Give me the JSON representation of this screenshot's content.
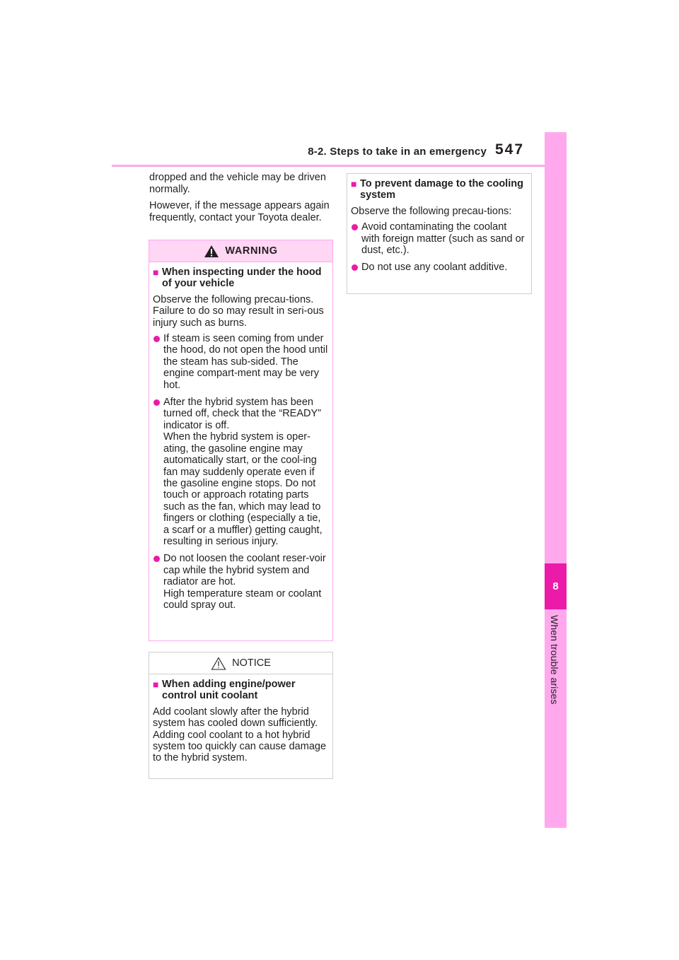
{
  "header": {
    "section_title": "8-2. Steps to take in an emergency",
    "page_number": "547"
  },
  "side_tab": {
    "chapter_number": "8",
    "chapter_label": "When trouble arises"
  },
  "intro": {
    "para1": "dropped and the vehicle may be driven normally.",
    "para2": "However, if the message appears again frequently, contact your Toyota dealer."
  },
  "warning": {
    "label": "WARNING",
    "heading": "When inspecting under the hood of your vehicle",
    "lead_line1": "Observe the following precau-tions.",
    "lead_line2": "Failure to do so may result in seri-ous injury such as burns.",
    "bullets": [
      "If steam is seen coming from under the hood, do not open the hood until the steam has sub-sided. The engine compart-ment may be very hot.",
      "After the hybrid system has been turned off, check that the “READY” indicator is off.",
      "Do not loosen the coolant reser-voir cap while the hybrid system and radiator are hot."
    ],
    "bullet2_cont": "When the hybrid system is oper-ating, the gasoline engine may automatically start, or the cool-ing fan may suddenly operate even if the gasoline engine stops. Do not touch or approach rotating parts such as the fan, which may lead to fingers or clothing (especially a tie, a scarf or a muffler) getting caught, resulting in serious injury.",
    "bullet3_cont": "High temperature steam or coolant could spray out."
  },
  "notice": {
    "label": "NOTICE",
    "heading": "When adding engine/power control unit coolant",
    "body": "Add coolant slowly after the hybrid system has cooled down sufficiently. Adding cool coolant to a hot hybrid system too quickly can cause damage to the hybrid system."
  },
  "prevent": {
    "heading": "To prevent damage to the cooling system",
    "lead": "Observe the following precau-tions:",
    "bullets": [
      "Avoid contaminating the coolant with foreign matter (such as sand or dust, etc.).",
      "Do not use any coolant additive."
    ]
  },
  "colors": {
    "accent": "#eb1aa8",
    "accent_light": "#ffa8ed",
    "warning_header_bg": "#ffd6f4"
  },
  "icons": {
    "heading_marker": "square-icon",
    "bullet_marker": "bullet-dot-icon",
    "warning": "warning-triangle-icon",
    "notice": "notice-triangle-icon"
  }
}
